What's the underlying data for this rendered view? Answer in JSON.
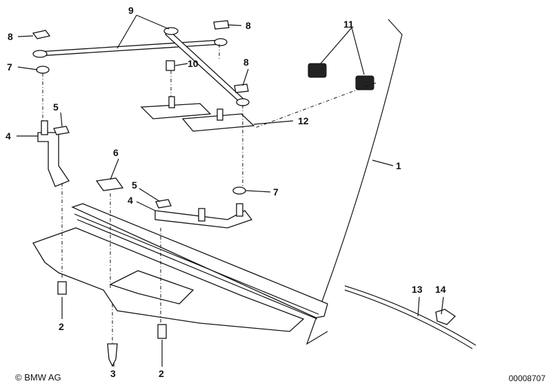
{
  "callouts": [
    "9",
    "8",
    "8",
    "11",
    "7",
    "10",
    "8",
    "5",
    "12",
    "4",
    "1",
    "6",
    "5",
    "7",
    "4",
    "2",
    "13",
    "14",
    "3",
    "2"
  ],
  "footer": {
    "copyright": "© BMW AG",
    "diagram_number": "00008707"
  }
}
